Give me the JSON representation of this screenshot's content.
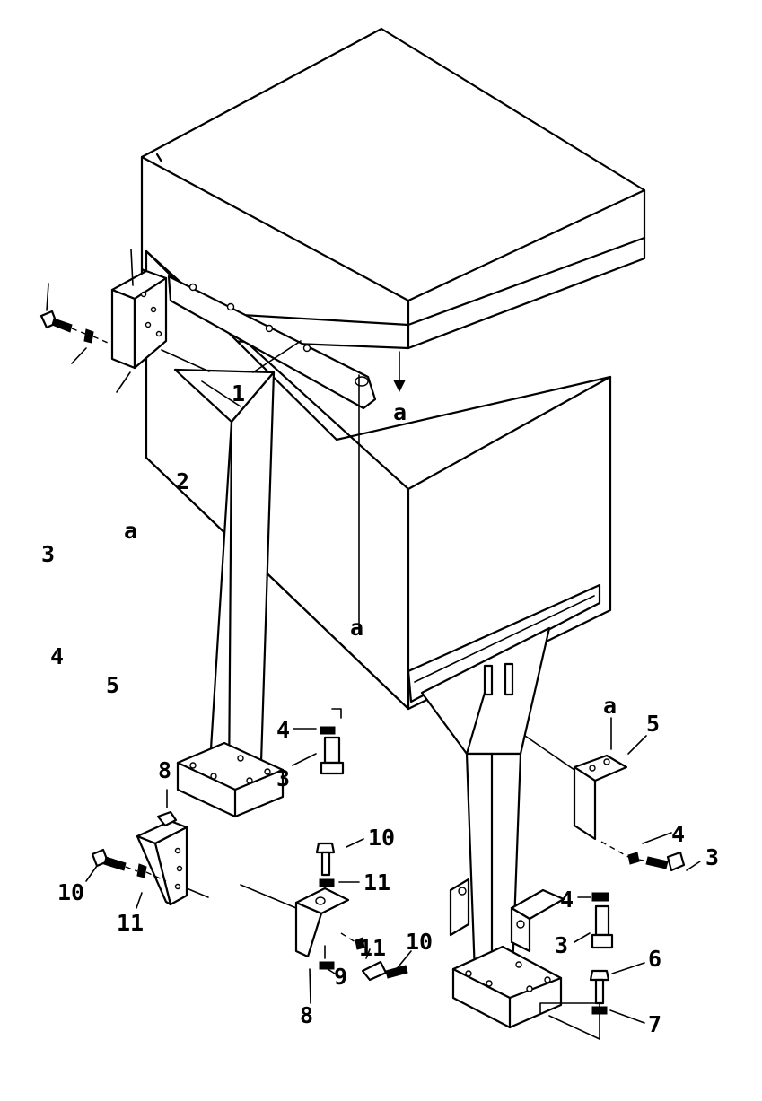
{
  "figure": {
    "callouts": [
      {
        "id": "c1",
        "text": "1"
      },
      {
        "id": "c-a-top",
        "text": "a"
      },
      {
        "id": "c2",
        "text": "2"
      },
      {
        "id": "c3-left",
        "text": "3"
      },
      {
        "id": "c-a-left",
        "text": "a"
      },
      {
        "id": "c4-left",
        "text": "4"
      },
      {
        "id": "c5-left",
        "text": "5"
      },
      {
        "id": "c-a-mid",
        "text": "a"
      },
      {
        "id": "c4-mid",
        "text": "4"
      },
      {
        "id": "c3-mid",
        "text": "3"
      },
      {
        "id": "c8-top",
        "text": "8"
      },
      {
        "id": "c10-mid",
        "text": "10"
      },
      {
        "id": "c11-mid",
        "text": "11"
      },
      {
        "id": "c10-left",
        "text": "10"
      },
      {
        "id": "c11-left",
        "text": "11"
      },
      {
        "id": "c11-low",
        "text": "11"
      },
      {
        "id": "c10-low",
        "text": "10"
      },
      {
        "id": "c9",
        "text": "9"
      },
      {
        "id": "c8-bottom",
        "text": "8"
      },
      {
        "id": "c-a-right",
        "text": "a"
      },
      {
        "id": "c5-right",
        "text": "5"
      },
      {
        "id": "c4-right",
        "text": "4"
      },
      {
        "id": "c3-right",
        "text": "3"
      },
      {
        "id": "c4-right-low",
        "text": "4"
      },
      {
        "id": "c3-right-low",
        "text": "3"
      },
      {
        "id": "c6",
        "text": "6"
      },
      {
        "id": "c7",
        "text": "7"
      }
    ]
  }
}
